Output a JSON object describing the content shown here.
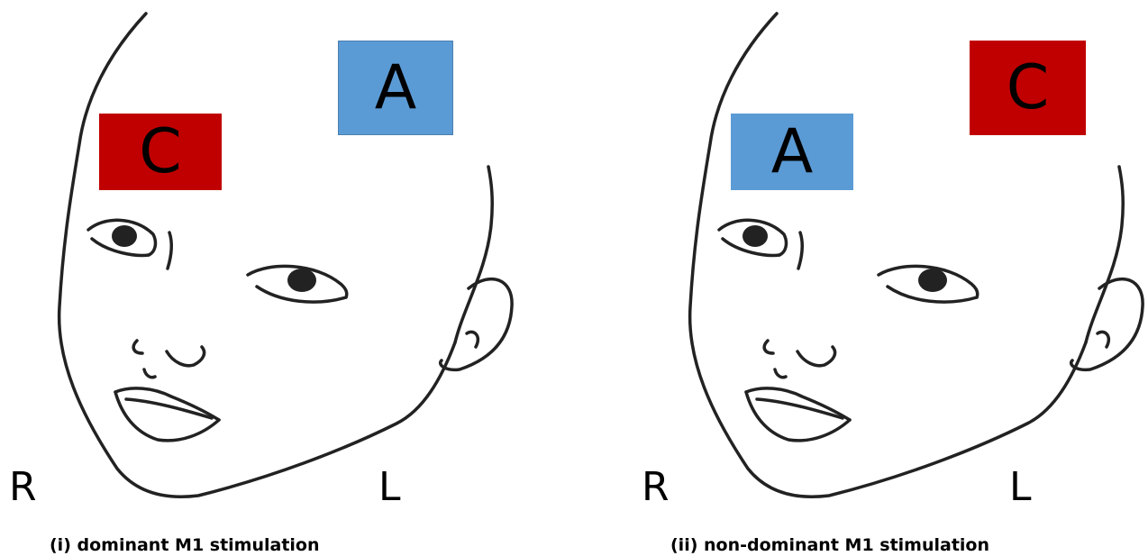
{
  "panels": [
    {
      "caption": "(i) dominant M1 stimulation",
      "electrodes": [
        {
          "label": "C",
          "role": "cathode",
          "color": "#c00000"
        },
        {
          "label": "A",
          "role": "anode",
          "color": "#5b9bd5"
        }
      ],
      "side_labels": {
        "right": "R",
        "left": "L"
      }
    },
    {
      "caption": "(ii) non-dominant M1 stimulation",
      "electrodes": [
        {
          "label": "A",
          "role": "anode",
          "color": "#5b9bd5"
        },
        {
          "label": "C",
          "role": "cathode",
          "color": "#c00000"
        }
      ],
      "side_labels": {
        "right": "R",
        "left": "L"
      }
    }
  ]
}
